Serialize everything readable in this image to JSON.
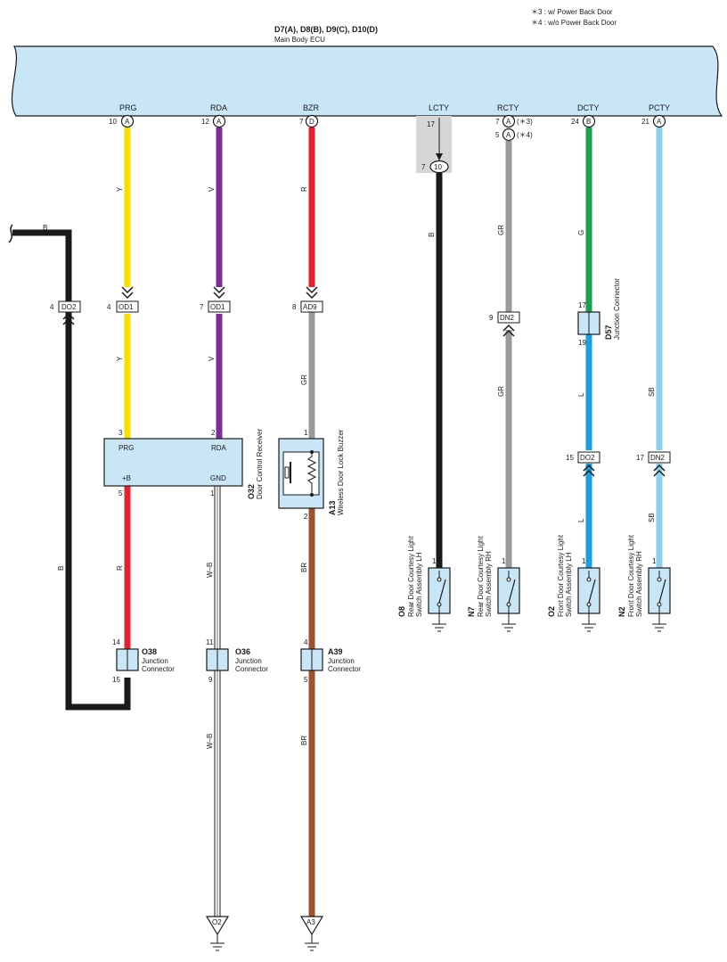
{
  "notes": {
    "n3": "＊3 : w/ Power Back Door",
    "n4": "＊4 : w/o Power Back Door"
  },
  "ecu": {
    "code": "D7(A), D8(B), D9(C), D10(D)",
    "name": "Main Body ECU",
    "fill": "#c8e6f5"
  },
  "pins": {
    "prg": {
      "name": "PRG",
      "num": "10",
      "conn": "A"
    },
    "rda": {
      "name": "RDA",
      "num": "12",
      "conn": "A"
    },
    "bzr": {
      "name": "BZR",
      "num": "7",
      "conn": "D"
    },
    "lcty": {
      "name": "LCTY",
      "num": "17"
    },
    "rcty": {
      "name": "RCTY",
      "num_a": "7",
      "conn_a": "A",
      "note_a": "(＊3)",
      "num_b": "5",
      "conn_b": "A",
      "note_b": "(＊4)"
    },
    "dcty": {
      "name": "DCTY",
      "num": "24",
      "conn": "B"
    },
    "pcty": {
      "name": "PCTY",
      "num": "21",
      "conn": "A"
    }
  },
  "lcty_join": {
    "num": "7",
    "conn": "10"
  },
  "colors": {
    "Y": "#f5e000",
    "V": "#7a2e96",
    "R": "#e8202e",
    "GR": "#9a9a9a",
    "B": "#1a1a1a",
    "G": "#1aa050",
    "L": "#1aa0e0",
    "SB": "#8fd0ee",
    "BR": "#a0522d",
    "WB": "#ffffff"
  },
  "wires": {
    "y": "Y",
    "v": "V",
    "r": "R",
    "gr": "GR",
    "b": "B",
    "g": "G",
    "l": "L",
    "sb": "SB",
    "br": "BR",
    "wb": "W–B"
  },
  "connectors": {
    "do2_left": {
      "pin": "4",
      "label": "DO2"
    },
    "od1_a": {
      "pin": "4",
      "label": "OD1"
    },
    "od1_b": {
      "pin": "7",
      "label": "OD1"
    },
    "ad9": {
      "pin": "8",
      "label": "AD9"
    },
    "dn2_a": {
      "pin": "9",
      "label": "DN2"
    },
    "do2_right": {
      "pin": "15",
      "label": "DO2"
    },
    "dn2_b": {
      "pin": "17",
      "label": "DN2"
    }
  },
  "receiver": {
    "code": "O32",
    "name": "Door Control Receiver",
    "pin_top_a": "3",
    "pin_top_b": "2",
    "pin_bot_a": "5",
    "pin_bot_b": "1",
    "t_prg": "PRG",
    "t_rda": "RDA",
    "t_b": "+B",
    "t_gnd": "GND"
  },
  "buzzer": {
    "code": "A13",
    "name": "Wireless Door Lock Buzzer",
    "pin_top": "1",
    "pin_bot": "2"
  },
  "junctions": {
    "o38": {
      "code": "O38",
      "name": "Junction\nConnector",
      "pin_in": "14",
      "pin_out": "15"
    },
    "o36": {
      "code": "O36",
      "name": "Junction\nConnector",
      "pin_in": "11",
      "pin_out": "9"
    },
    "a39": {
      "code": "A39",
      "name": "Junction\nConnector",
      "pin_in": "4",
      "pin_out": "5"
    },
    "d57": {
      "code": "D57",
      "name": "Junction Connector",
      "pin_in": "17",
      "pin_out": "19"
    }
  },
  "switches": {
    "o8": {
      "code": "O8",
      "line1": "Rear Door Courtesy Light",
      "line2": "Switch Assembly LH",
      "pin": "1"
    },
    "n7": {
      "code": "N7",
      "line1": "Rear Door Courtesy Light",
      "line2": "Switch Assembly RH",
      "pin": "1"
    },
    "o2": {
      "code": "O2",
      "line1": "Front Door Courtesy Light",
      "line2": "Switch Assembly LH",
      "pin": "1"
    },
    "n2": {
      "code": "N2",
      "line1": "Front Door Courtesy Light",
      "line2": "Switch Assembly RH",
      "pin": "1"
    }
  },
  "grounds": {
    "g1": "O2",
    "g2": "A3"
  }
}
